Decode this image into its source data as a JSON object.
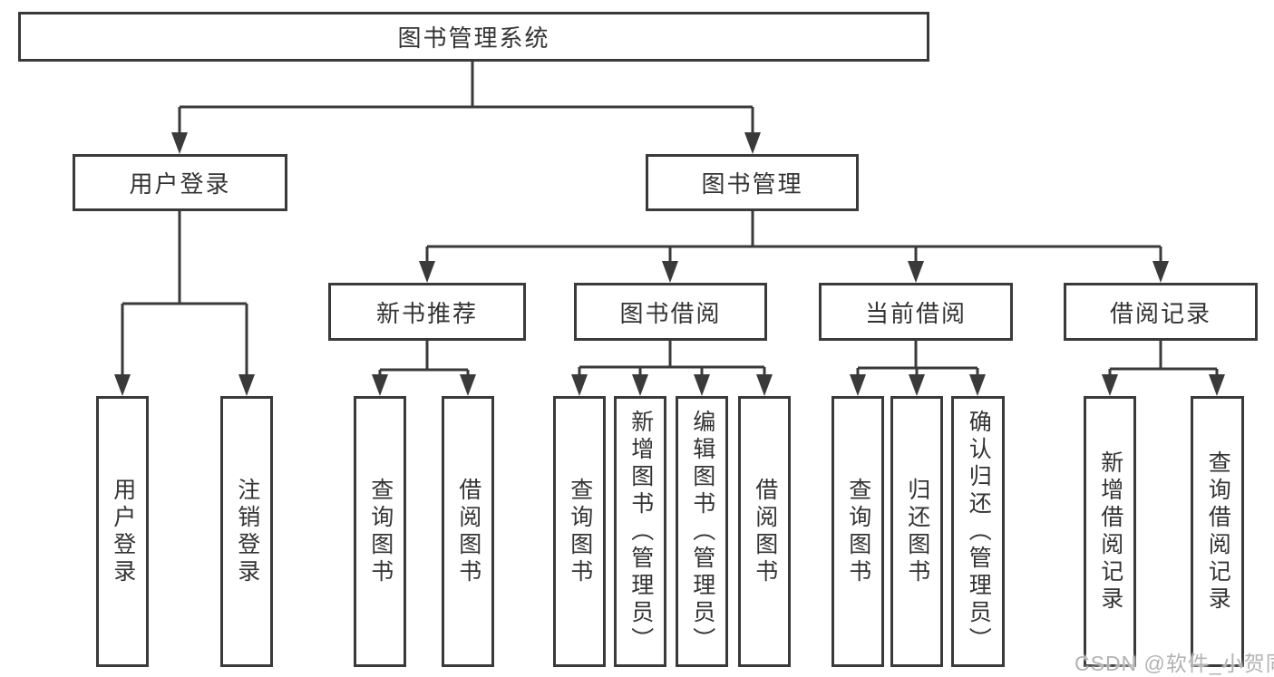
{
  "diagram": {
    "kind": "tree-diagram",
    "colors": {
      "line": "#3a3a3a",
      "border": "#3a3a3a",
      "text": "#333333",
      "background": "#ffffff",
      "watermark": "#b3b3b3"
    }
  },
  "tree": {
    "root": {
      "label": "图书管理系统"
    },
    "branches": [
      {
        "label": "用户登录",
        "children": [
          {
            "label": "用户登录"
          },
          {
            "label": "注销登录"
          }
        ]
      },
      {
        "label": "图书管理",
        "children": [
          {
            "label": "新书推荐",
            "children": [
              {
                "label": "查询图书"
              },
              {
                "label": "借阅图书"
              }
            ]
          },
          {
            "label": "图书借阅",
            "children": [
              {
                "label": "查询图书"
              },
              {
                "label": "新增图书（管理员）"
              },
              {
                "label": "编辑图书（管理员）"
              },
              {
                "label": "借阅图书"
              }
            ]
          },
          {
            "label": "当前借阅",
            "children": [
              {
                "label": "查询图书"
              },
              {
                "label": "归还图书"
              },
              {
                "label": "确认归还（管理员）"
              }
            ]
          },
          {
            "label": "借阅记录",
            "children": [
              {
                "label": "新增借阅记录"
              },
              {
                "label": "查询借阅记录"
              }
            ]
          }
        ]
      }
    ]
  },
  "watermark": {
    "text": "CSDN @软件_小贺同学"
  }
}
